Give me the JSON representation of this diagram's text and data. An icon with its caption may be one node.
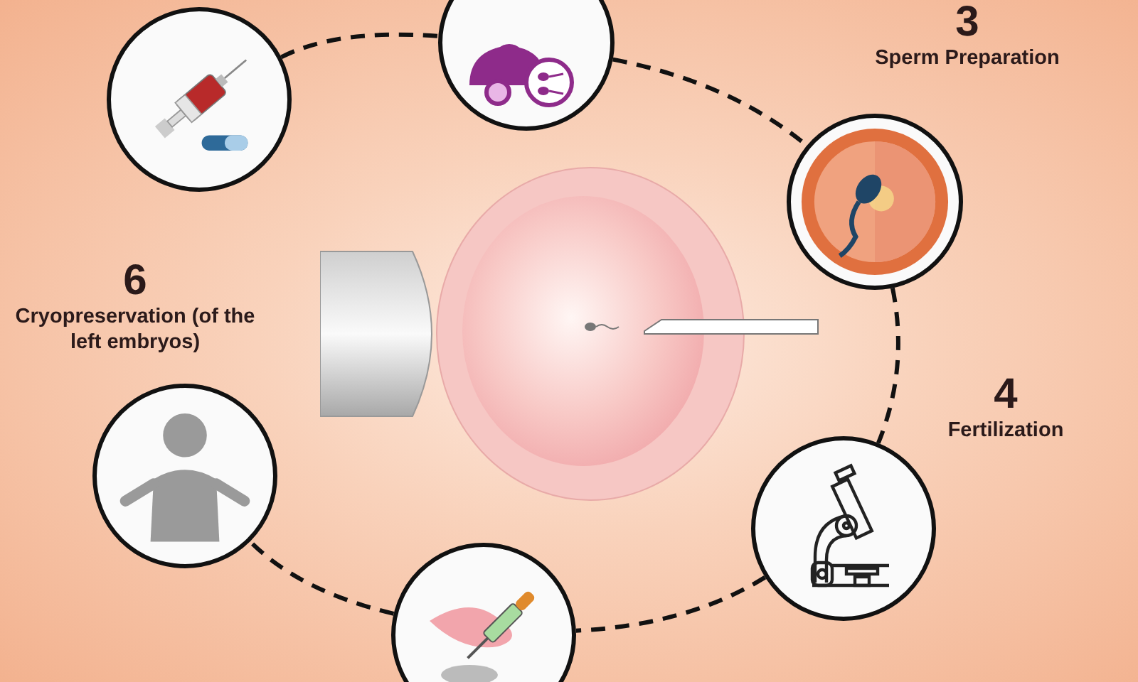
{
  "diagram": {
    "nodes": [
      {
        "text": [],
        "shape": "picture"
      },
      {
        "text": [],
        "shape": "picture"
      },
      {
        "text": [
          "3",
          "Sperm Preparation"
        ]
      },
      {
        "text": [
          "4",
          "Fertilization"
        ]
      },
      {
        "text": [],
        "shape": "picture"
      },
      {
        "text": [
          "6",
          "Cryopreservation (of the left embryos)"
        ]
      }
    ],
    "edges": [
      {
        "from": 0,
        "to": 1,
        "arrow": "none",
        "style": "dashed"
      },
      {
        "from": 1,
        "to": 2,
        "arrow": "none",
        "style": "dashed"
      },
      {
        "from": 2,
        "to": 3,
        "arrow": "none",
        "style": "dashed"
      },
      {
        "from": 3,
        "to": 4,
        "arrow": "none",
        "style": "dashed"
      },
      {
        "from": 4,
        "to": 5,
        "arrow": "none",
        "style": "dashed"
      }
    ]
  }
}
